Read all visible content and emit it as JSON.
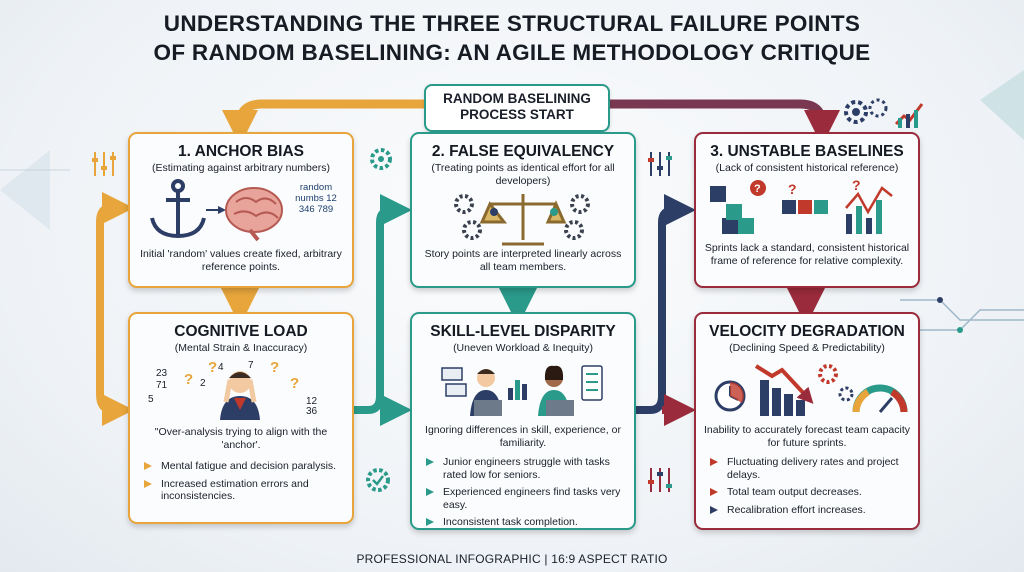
{
  "title": {
    "line1": "UNDERSTANDING THE THREE STRUCTURAL FAILURE POINTS",
    "line2": "OF RANDOM BASELINING: AN AGILE METHODOLOGY CRITIQUE"
  },
  "start": {
    "line1": "RANDOM BASELINING",
    "line2": "PROCESS START"
  },
  "cards": {
    "anchor": {
      "title": "1. ANCHOR BIAS",
      "subtitle": "(Estimating against arbitrary numbers)",
      "random_text": "random numbs 12 346 789",
      "desc": "Initial 'random' values create fixed, arbitrary reference points."
    },
    "equivalency": {
      "title": "2. FALSE EQUIVALENCY",
      "subtitle": "(Treating points as identical effort for all developers)",
      "desc": "Story points are interpreted linearly across all team members."
    },
    "baselines": {
      "title": "3. UNSTABLE BASELINES",
      "subtitle": "(Lack of consistent historical reference)",
      "desc": "Sprints lack a standard, consistent historical frame of reference for relative complexity."
    },
    "cognitive": {
      "title": "COGNITIVE LOAD",
      "subtitle": "(Mental Strain & Inaccuracy)",
      "desc": "\"Over-analysis trying to align with the 'anchor'.",
      "bullets": [
        "Mental fatigue and decision paralysis.",
        "Increased estimation errors and inconsistencies."
      ]
    },
    "skill": {
      "title": "SKILL-LEVEL DISPARITY",
      "subtitle": "(Uneven Workload & Inequity)",
      "desc": "Ignoring differences in skill, experience, or familiarity.",
      "bullets": [
        "Junior engineers struggle with tasks rated low for seniors.",
        "Experienced engineers find tasks very easy.",
        "Inconsistent task completion."
      ]
    },
    "velocity": {
      "title": "VELOCITY DEGRADATION",
      "subtitle": "(Declining Speed & Predictability)",
      "desc": "Inability to accurately forecast team capacity for future sprints.",
      "bullets": [
        "Fluctuating delivery rates and project delays.",
        "Total team output decreases.",
        "Recalibration effort increases."
      ]
    }
  },
  "footer": "PROFESSIONAL INFOGRAPHIC | 16:9 ASPECT RATIO",
  "colors": {
    "orange": "#e7a53c",
    "teal": "#2a9a8a",
    "navy": "#2c3e66",
    "red": "#9a2b3c"
  }
}
